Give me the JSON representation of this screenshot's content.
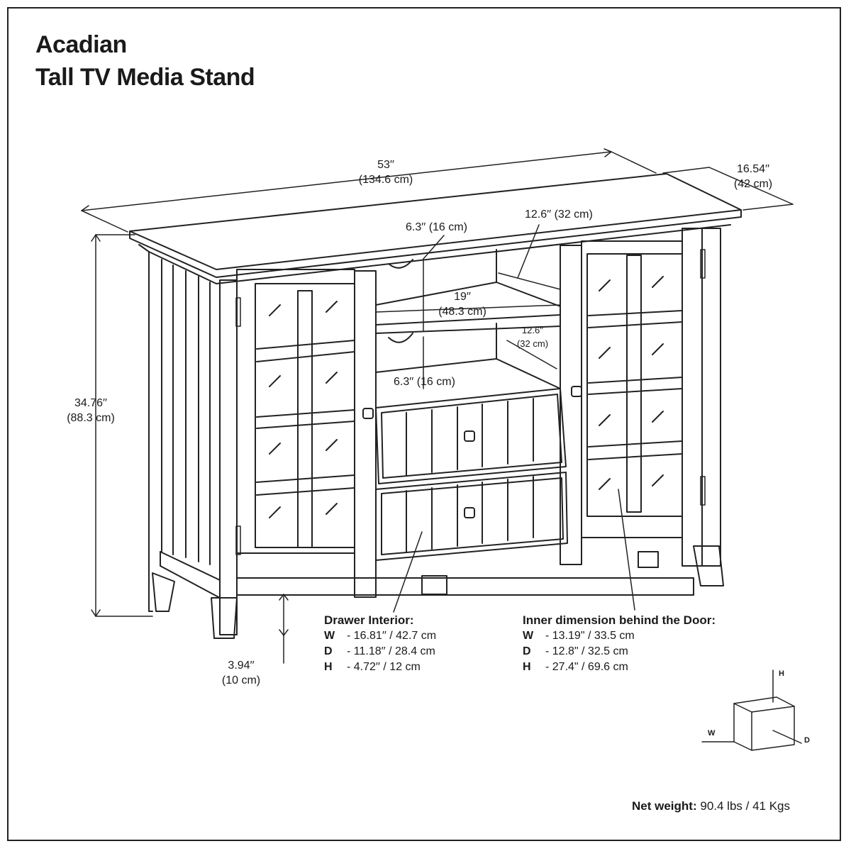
{
  "title": {
    "line1": "Acadian",
    "line2": "Tall TV Media Stand"
  },
  "dimensions": {
    "width_in": "53′′",
    "width_cm": "(134.6 cm)",
    "depth_in": "16.54′′",
    "depth_cm": "(42 cm)",
    "height_in": "34.76′′",
    "height_cm": "(88.3 cm)",
    "leg_in": "3.94′′",
    "leg_cm": "(10 cm)",
    "shelf_gap_top": "6.3′′ (16 cm)",
    "shelf_gap_bottom": "6.3′′ (16 cm)",
    "shelf_depth_top": "12.6′′ (32 cm)",
    "shelf_depth_mid_in": "12.6′′",
    "shelf_depth_mid_cm": "(32 cm)",
    "shelf_width_in": "19′′",
    "shelf_width_cm": "(48.3 cm)"
  },
  "drawer_interior": {
    "heading": "Drawer Interior:",
    "rows": [
      {
        "key": "W",
        "value": "- 16.81′′ / 42.7 cm"
      },
      {
        "key": "D",
        "value": "- 11.18′′ / 28.4 cm"
      },
      {
        "key": "H",
        "value": "- 4.72′′ / 12 cm"
      }
    ]
  },
  "door_interior": {
    "heading": "Inner dimension behind the Door:",
    "rows": [
      {
        "key": "W",
        "value": "- 13.19\" / 33.5 cm"
      },
      {
        "key": "D",
        "value": "- 12.8\" / 32.5 cm"
      },
      {
        "key": "H",
        "value": "- 27.4\" / 69.6 cm"
      }
    ]
  },
  "axes": {
    "h": "H",
    "w": "W",
    "d": "D"
  },
  "weight": {
    "label": "Net weight:",
    "value": "90.4 lbs / 41 Kgs"
  }
}
